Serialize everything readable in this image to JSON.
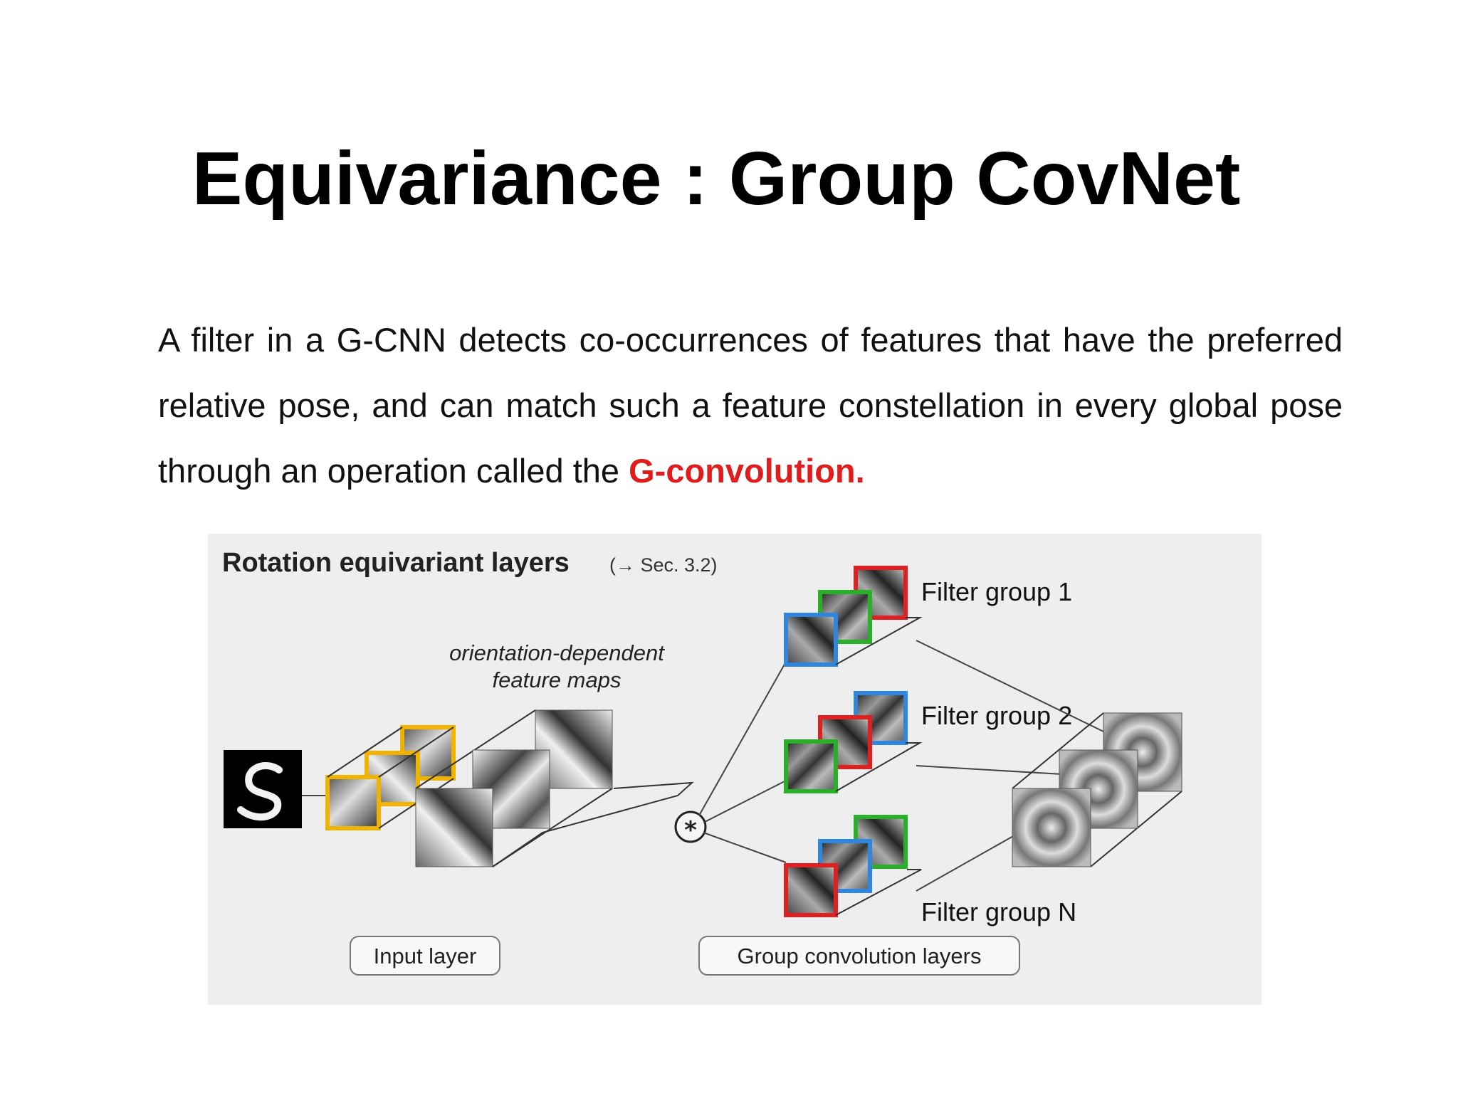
{
  "slide": {
    "title": "Equivariance : Group CovNet",
    "body_plain": "A filter in a G-CNN detects co-occurrences of features that have the preferred relative pose, and can match such a feature constellation in every global pose through an operation called the ",
    "body_highlight": "G-convolution."
  },
  "figure": {
    "heading": "Rotation equivariant layers",
    "section_ref": "(→ Sec. 3.2)",
    "feature_maps_label_line1": "orientation-dependent",
    "feature_maps_label_line2": "feature maps",
    "conv_symbol": "*",
    "filter_group_1": "Filter group 1",
    "filter_group_2": "Filter group 2",
    "filter_group_n": "Filter group N",
    "input_layer_label": "Input layer",
    "group_conv_label": "Group convolution layers",
    "colors": {
      "input_filter": "#f0b400",
      "red_filter": "#e02020",
      "green_filter": "#28b028",
      "blue_filter": "#2e86de",
      "highlight_text": "#e11c1c"
    }
  }
}
